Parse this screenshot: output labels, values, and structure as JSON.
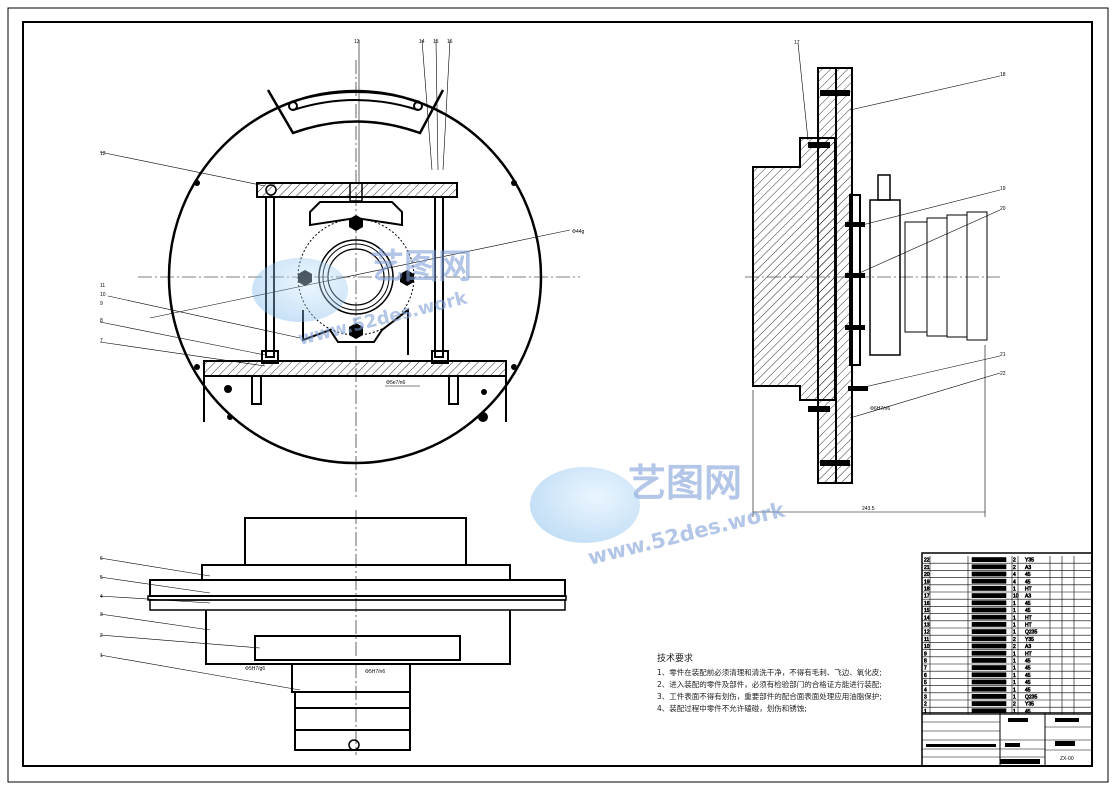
{
  "drawing_number": "ZX-00",
  "labels": {
    "front": [
      "13",
      "14",
      "15",
      "16",
      "12",
      "11",
      "10",
      "9",
      "8",
      "7"
    ],
    "side": [
      "17",
      "18",
      "19",
      "20",
      "21",
      "22"
    ],
    "bottom": [
      "6",
      "5",
      "4",
      "3",
      "2",
      "1"
    ]
  },
  "dimensions": {
    "bore": "Φ44g",
    "pin_front": "Φ5e7/n6",
    "pin_side": "Φ6H7/n6",
    "overall_width": "243.5",
    "bottom_left": "Φ5H7/g6",
    "bottom_right": "Φ5H7/n6"
  },
  "tech_requirements": {
    "title": "技术要求",
    "items": [
      "1、零件在装配前必须清理和清洗干净，不得有毛刺、飞边、氧化皮;",
      "2、进入装配的零件及部件，必须有检验部门的合格证方能进行装配;",
      "3、工件表面不得有划伤，重要部件的配合面表面处理应用油脂保护;",
      "4、装配过程中零件不允许磕碰，划伤和锈蚀;"
    ]
  },
  "parts_list": [
    {
      "no": "22",
      "qty": "2",
      "mat": "Y35"
    },
    {
      "no": "21",
      "qty": "2",
      "mat": "A3"
    },
    {
      "no": "20",
      "qty": "4",
      "mat": "45"
    },
    {
      "no": "19",
      "qty": "4",
      "mat": "45"
    },
    {
      "no": "18",
      "qty": "1",
      "mat": "HT"
    },
    {
      "no": "17",
      "qty": "10",
      "mat": "A3"
    },
    {
      "no": "16",
      "qty": "1",
      "mat": "45"
    },
    {
      "no": "15",
      "qty": "1",
      "mat": "45"
    },
    {
      "no": "14",
      "qty": "1",
      "mat": "HT"
    },
    {
      "no": "13",
      "qty": "1",
      "mat": "HT"
    },
    {
      "no": "12",
      "qty": "1",
      "mat": "Q235"
    },
    {
      "no": "11",
      "qty": "2",
      "mat": "Y35"
    },
    {
      "no": "10",
      "qty": "2",
      "mat": "A3"
    },
    {
      "no": "9",
      "qty": "1",
      "mat": "HT"
    },
    {
      "no": "8",
      "qty": "1",
      "mat": "45"
    },
    {
      "no": "7",
      "qty": "1",
      "mat": "45"
    },
    {
      "no": "6",
      "qty": "1",
      "mat": "45"
    },
    {
      "no": "5",
      "qty": "1",
      "mat": "45"
    },
    {
      "no": "4",
      "qty": "1",
      "mat": "45"
    },
    {
      "no": "3",
      "qty": "1",
      "mat": "Q235"
    },
    {
      "no": "2",
      "qty": "2",
      "mat": "Y35"
    },
    {
      "no": "1",
      "qty": "1",
      "mat": "45"
    }
  ],
  "watermark": {
    "brand": "艺图网",
    "url": "www.52des.work"
  },
  "colors": {
    "line": "#000000",
    "watermark": "#7f9fd6"
  }
}
